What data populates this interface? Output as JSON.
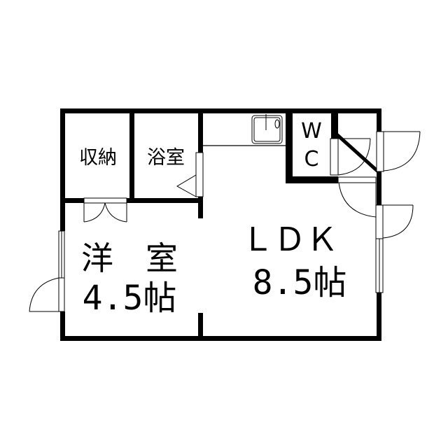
{
  "floorplan": {
    "rooms": {
      "storage": {
        "label": "収納"
      },
      "bathroom": {
        "label": "浴室"
      },
      "toilet": {
        "label_line1": "W",
        "label_line2": "C"
      },
      "western_room": {
        "label": "洋　室",
        "size": "4.5帖"
      },
      "ldk": {
        "label": "ＬＤＫ",
        "size": "8.5帖"
      }
    },
    "colors": {
      "wall": "#000000",
      "background": "#ffffff"
    }
  }
}
